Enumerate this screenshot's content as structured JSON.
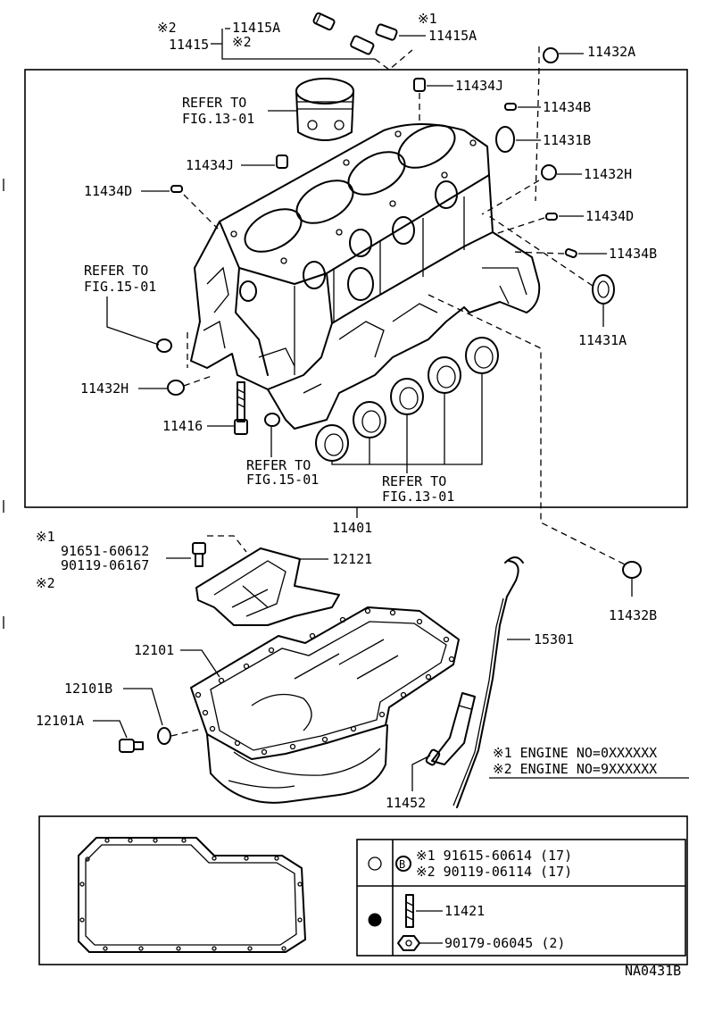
{
  "callouts": {
    "c11415A_top": "11415A",
    "c11415": "11415",
    "c11415A_right": "11415A",
    "c11432A": "11432A",
    "c11434J_top": "11434J",
    "c11434B_top": "11434B",
    "c11431B": "11431B",
    "c11434J_left": "11434J",
    "c11432H_right": "11432H",
    "c11434D_left": "11434D",
    "c11434D_right": "11434D",
    "c11434B_right": "11434B",
    "c11431A": "11431A",
    "c11432H_left": "11432H",
    "c11416": "11416",
    "c11401": "11401",
    "c12121": "12121",
    "c11432B": "11432B",
    "c12101": "12101",
    "c15301": "15301",
    "c12101B": "12101B",
    "c12101A": "12101A",
    "c11452": "11452",
    "c11421": "11421"
  },
  "marks": {
    "m2_top": "※2",
    "m2_mid": "※2",
    "m1_top": "※1",
    "m1_pan": "※1",
    "m2_pan": "※2"
  },
  "references": {
    "refer_to_1": "REFER TO",
    "fig_13_01_top": "FIG.13-01",
    "refer_to_2": "REFER TO",
    "fig_15_01_left": "FIG.15-01",
    "refer_to_3": "REFER TO",
    "fig_15_01_bottom": "FIG.15-01",
    "refer_to_4": "REFER TO",
    "fig_13_01_bottom": "FIG.13-01"
  },
  "bolts": {
    "bolt_a": "91651-60612",
    "bolt_b": "90119-06167"
  },
  "engine_notes": {
    "note1": "※1 ENGINE NO=0XXXXXX",
    "note2": "※2 ENGINE NO=9XXXXXX"
  },
  "legend": {
    "row1_line1": "※1  91615-60614 (17)",
    "row1_line2": "※2  90119-06114 (17)",
    "row2_part": "11421",
    "row2_bolt": "90179-06045 (2)",
    "b_mark": "B"
  },
  "figure_code": "NA0431B"
}
